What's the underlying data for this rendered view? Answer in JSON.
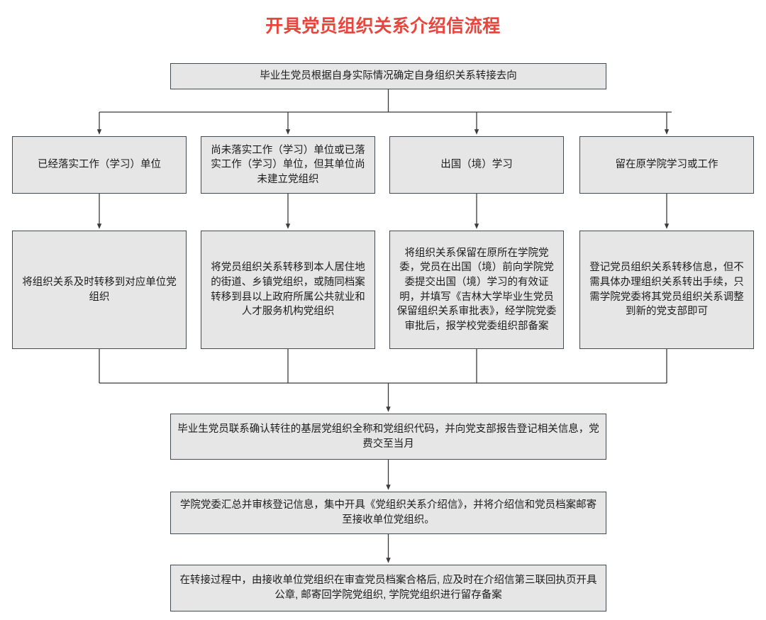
{
  "page": {
    "title": "开具党员组织关系介绍信流程",
    "title_color": "#e8453c",
    "node_fill": "#e6e6e6",
    "node_border": "#434a52",
    "background": "#ffffff"
  },
  "chart_data": {
    "type": "diagram",
    "title": "开具党员组织关系介绍信流程",
    "orientation": "top-down",
    "nodes": [
      {
        "id": "start",
        "row": 0,
        "label": "毕业生党员根据自身实际情况确定自身组织关系转接去向"
      },
      {
        "id": "c1",
        "row": 1,
        "col": 0,
        "label": "已经落实工作（学习）单位"
      },
      {
        "id": "c2",
        "row": 1,
        "col": 1,
        "label": "尚未落实工作（学习）单位或已落实工作（学习）单位，但其单位尚未建立党组织"
      },
      {
        "id": "c3",
        "row": 1,
        "col": 2,
        "label": "出国（境）学习"
      },
      {
        "id": "c4",
        "row": 1,
        "col": 3,
        "label": "留在原学院学习或工作"
      },
      {
        "id": "a1",
        "row": 2,
        "col": 0,
        "label": "将组织关系及时转移到对应单位党组织"
      },
      {
        "id": "a2",
        "row": 2,
        "col": 1,
        "label": "将党员组织关系转移到本人居住地的街道、乡镇党组织，或随同档案转移到县以上政府所属公共就业和人才服务机构党组织"
      },
      {
        "id": "a3",
        "row": 2,
        "col": 2,
        "label": "将组织关系保留在原所在学院党委，党员在出国（境）前向学院党委提交出国（境）学习的有效证明，并填写《吉林大学毕业生党员保留组织关系审批表》，经学院党委审批后，报学校党委组织部备案"
      },
      {
        "id": "a4",
        "row": 2,
        "col": 3,
        "label": "登记党员组织关系转移信息，但不需具体办理组织关系转出手续，只需学院党委将其党员组织关系调整到新的党支部即可"
      },
      {
        "id": "s1",
        "row": 3,
        "label": "毕业生党员联系确认转往的基层党组织全称和党组织代码，并向党支部报告登记相关信息，党费交至当月"
      },
      {
        "id": "s2",
        "row": 4,
        "label": "学院党委汇总并审核登记信息，集中开具《党组织关系介绍信》，并将介绍信和党员档案邮寄至接收单位党组织。"
      },
      {
        "id": "s3",
        "row": 5,
        "label": "在转接过程中，由接收单位党组织在审查党员档案合格后, 应及时在介绍信第三联回执页开具公章, 邮寄回学院党组织, 学院党组织进行留存备案"
      }
    ],
    "edges": [
      {
        "from": "start",
        "to": "c1"
      },
      {
        "from": "start",
        "to": "c2"
      },
      {
        "from": "start",
        "to": "c3"
      },
      {
        "from": "start",
        "to": "c4"
      },
      {
        "from": "c1",
        "to": "a1"
      },
      {
        "from": "c2",
        "to": "a2"
      },
      {
        "from": "c3",
        "to": "a3"
      },
      {
        "from": "c4",
        "to": "a4"
      },
      {
        "from": "a1",
        "to": "s1"
      },
      {
        "from": "a2",
        "to": "s1"
      },
      {
        "from": "a3",
        "to": "s1"
      },
      {
        "from": "a4",
        "to": "s1"
      },
      {
        "from": "s1",
        "to": "s2"
      },
      {
        "from": "s2",
        "to": "s3"
      }
    ]
  }
}
